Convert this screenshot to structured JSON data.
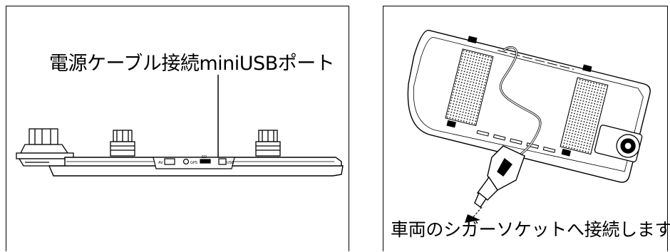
{
  "panels": {
    "left": {
      "callout": "電源ケーブル接続miniUSBポート",
      "port_labels": [
        "AV",
        "GPS",
        "SD",
        "USB"
      ]
    },
    "right": {
      "callout": "車両のシガーソケットへ接続します。"
    }
  }
}
